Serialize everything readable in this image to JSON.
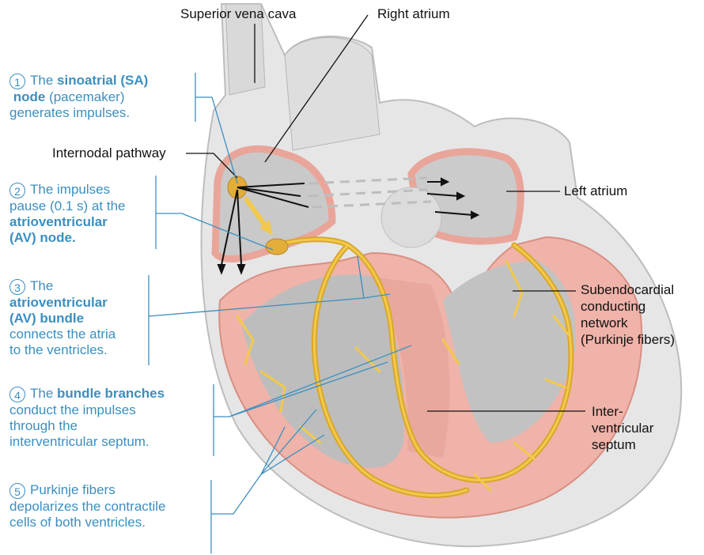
{
  "labels": {
    "superior_vena_cava": "Superior vena cava",
    "right_atrium": "Right atrium",
    "internodal_pathway": "Internodal pathway",
    "left_atrium": "Left atrium",
    "purkinje_1": "Subendocardial",
    "purkinje_2": "conducting",
    "purkinje_3": "network",
    "purkinje_4": "(Purkinje fibers)",
    "septum_1": "Inter-",
    "septum_2": "ventricular",
    "septum_3": "septum"
  },
  "steps": [
    {
      "num": "1",
      "pre": "The ",
      "bold": "sinoatrial (SA)",
      "l2_bold": "node",
      "l2": " (pacemaker)",
      "l3": "generates impulses."
    },
    {
      "num": "2",
      "l1": "The impulses",
      "l2": "pause (0.1 s) at the",
      "l3_bold": "atrioventricular",
      "l4_bold": "(AV) node."
    },
    {
      "num": "3",
      "l1": "The",
      "l2_bold": "atrioventricular",
      "l3_bold": "(AV) bundle",
      "l4": "connects the atria",
      "l5": "to the ventricles."
    },
    {
      "num": "4",
      "pre": "The ",
      "bold": "bundle branches",
      "l2": "conduct the impulses",
      "l3": "through the",
      "l4": "interventricular septum."
    },
    {
      "num": "5",
      "l1": "Purkinje fibers",
      "l2": "depolarizes the contractile",
      "l3": "cells of both ventricles."
    }
  ],
  "colors": {
    "accent": "#3b8fc0",
    "tissue": "#eaa79e",
    "conduction": "#f2c94c",
    "chamber": "#cfcfcf"
  }
}
